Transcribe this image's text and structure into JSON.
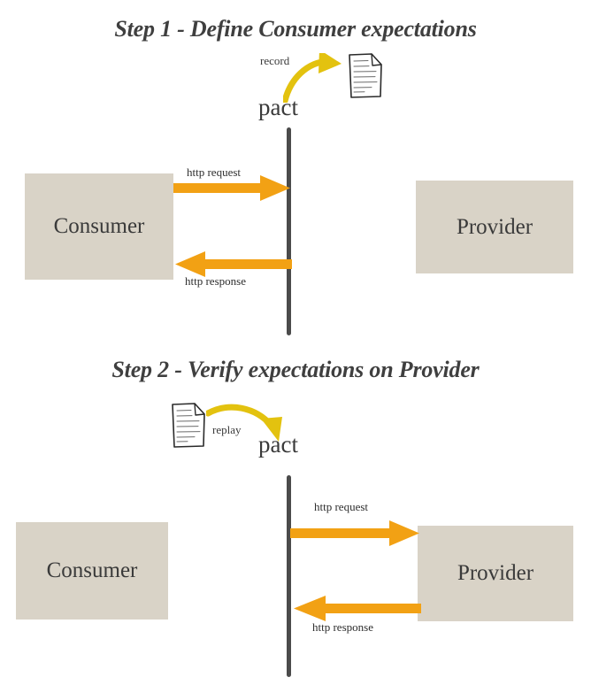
{
  "diagram": {
    "title_step1": "Step 1 - Define Consumer expectations",
    "title_step2": "Step 2 - Verify expectations on Provider",
    "colors": {
      "box_fill": "#d9d3c7",
      "arrow_orange": "#f2a114",
      "curve_gold": "#e3c20f",
      "line_gray": "#4b4b4b",
      "text_dark": "#3a3a3a"
    }
  },
  "step1": {
    "pact_label": "pact",
    "consumer_label": "Consumer",
    "provider_label": "Provider",
    "request_label": "http request",
    "response_label": "http response",
    "curve_label": "record",
    "document_icon": "document-icon"
  },
  "step2": {
    "pact_label": "pact",
    "consumer_label": "Consumer",
    "provider_label": "Provider",
    "request_label": "http request",
    "response_label": "http response",
    "curve_label": "replay",
    "document_icon": "document-icon"
  }
}
